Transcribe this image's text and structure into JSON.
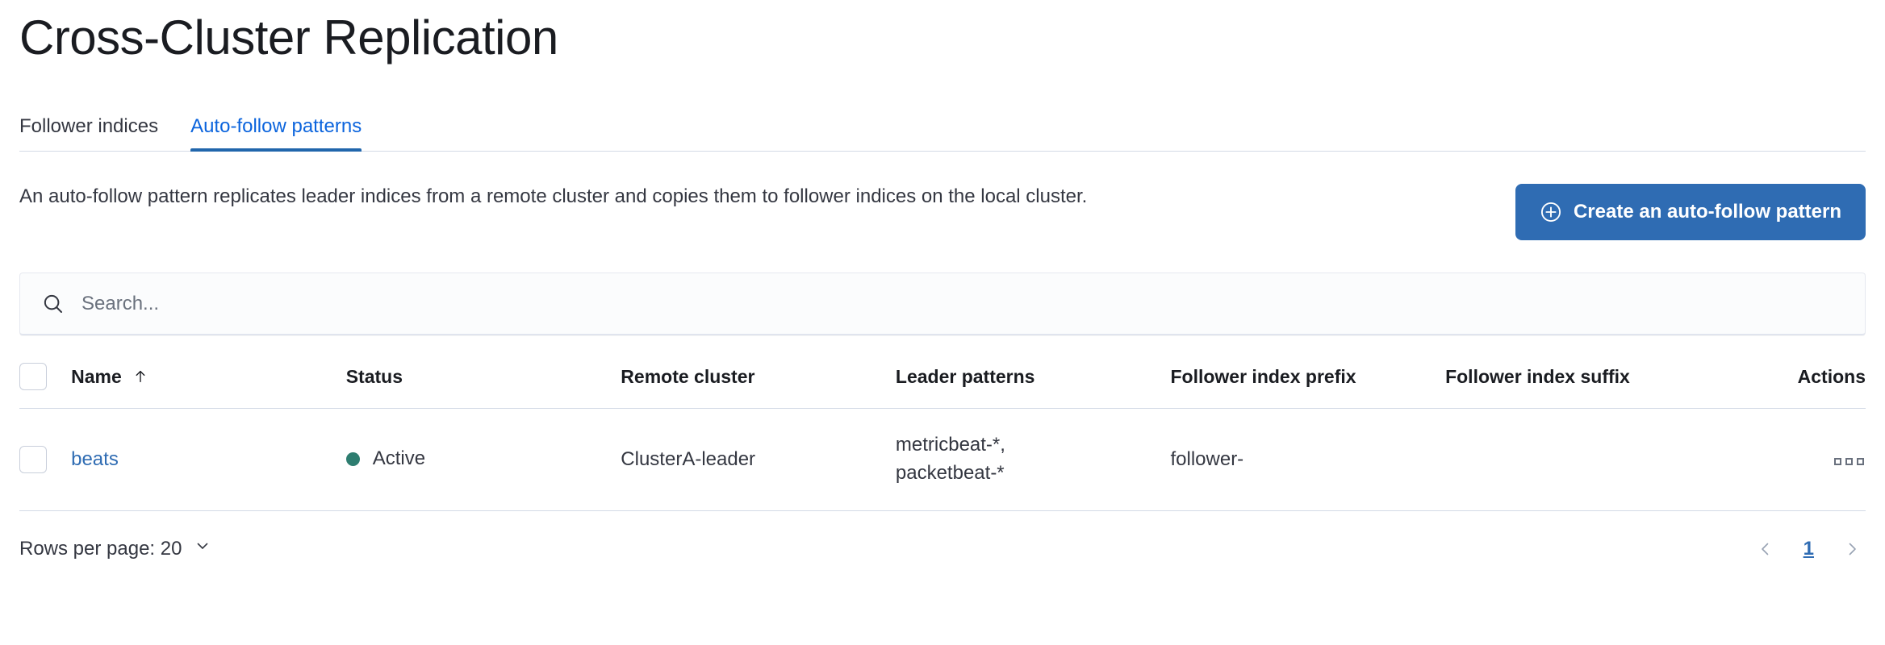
{
  "page": {
    "title": "Cross-Cluster Replication"
  },
  "tabs": [
    {
      "label": "Follower indices",
      "active": false
    },
    {
      "label": "Auto-follow patterns",
      "active": true
    }
  ],
  "description": {
    "text": "An auto-follow pattern replicates leader indices from a remote cluster and copies them to follower indices on the local cluster."
  },
  "actions": {
    "create_label": "Create an auto-follow pattern",
    "create_icon": "plus-in-circle-icon"
  },
  "search": {
    "placeholder": "Search...",
    "value": "",
    "icon": "search-icon"
  },
  "table": {
    "columns": [
      {
        "key": "select",
        "label": ""
      },
      {
        "key": "name",
        "label": "Name",
        "sort": "asc",
        "sort_icon": "sort-arrow-up-icon"
      },
      {
        "key": "status",
        "label": "Status"
      },
      {
        "key": "remote_cluster",
        "label": "Remote cluster"
      },
      {
        "key": "leader_patterns",
        "label": "Leader patterns"
      },
      {
        "key": "follower_index_prefix",
        "label": "Follower index prefix"
      },
      {
        "key": "follower_index_suffix",
        "label": "Follower index suffix"
      },
      {
        "key": "actions",
        "label": "Actions"
      }
    ],
    "rows": [
      {
        "name": "beats",
        "status": "Active",
        "status_color": "#2e7d70",
        "remote_cluster": "ClusterA-leader",
        "leader_patterns": [
          "metricbeat-*,",
          "packetbeat-*"
        ],
        "follower_index_prefix": "follower-",
        "follower_index_suffix": "",
        "actions_icon": "context-menu-icon"
      }
    ]
  },
  "footer": {
    "rows_per_page_label": "Rows per page: 20",
    "rows_per_page_icon": "chevron-down-icon",
    "prev_icon": "chevron-left-icon",
    "next_icon": "chevron-right-icon",
    "current_page": "1"
  },
  "colors": {
    "accent_blue": "#2f6cb3",
    "link_blue": "#0b64dd",
    "status_green": "#2e7d70",
    "border": "#d3dae6"
  }
}
